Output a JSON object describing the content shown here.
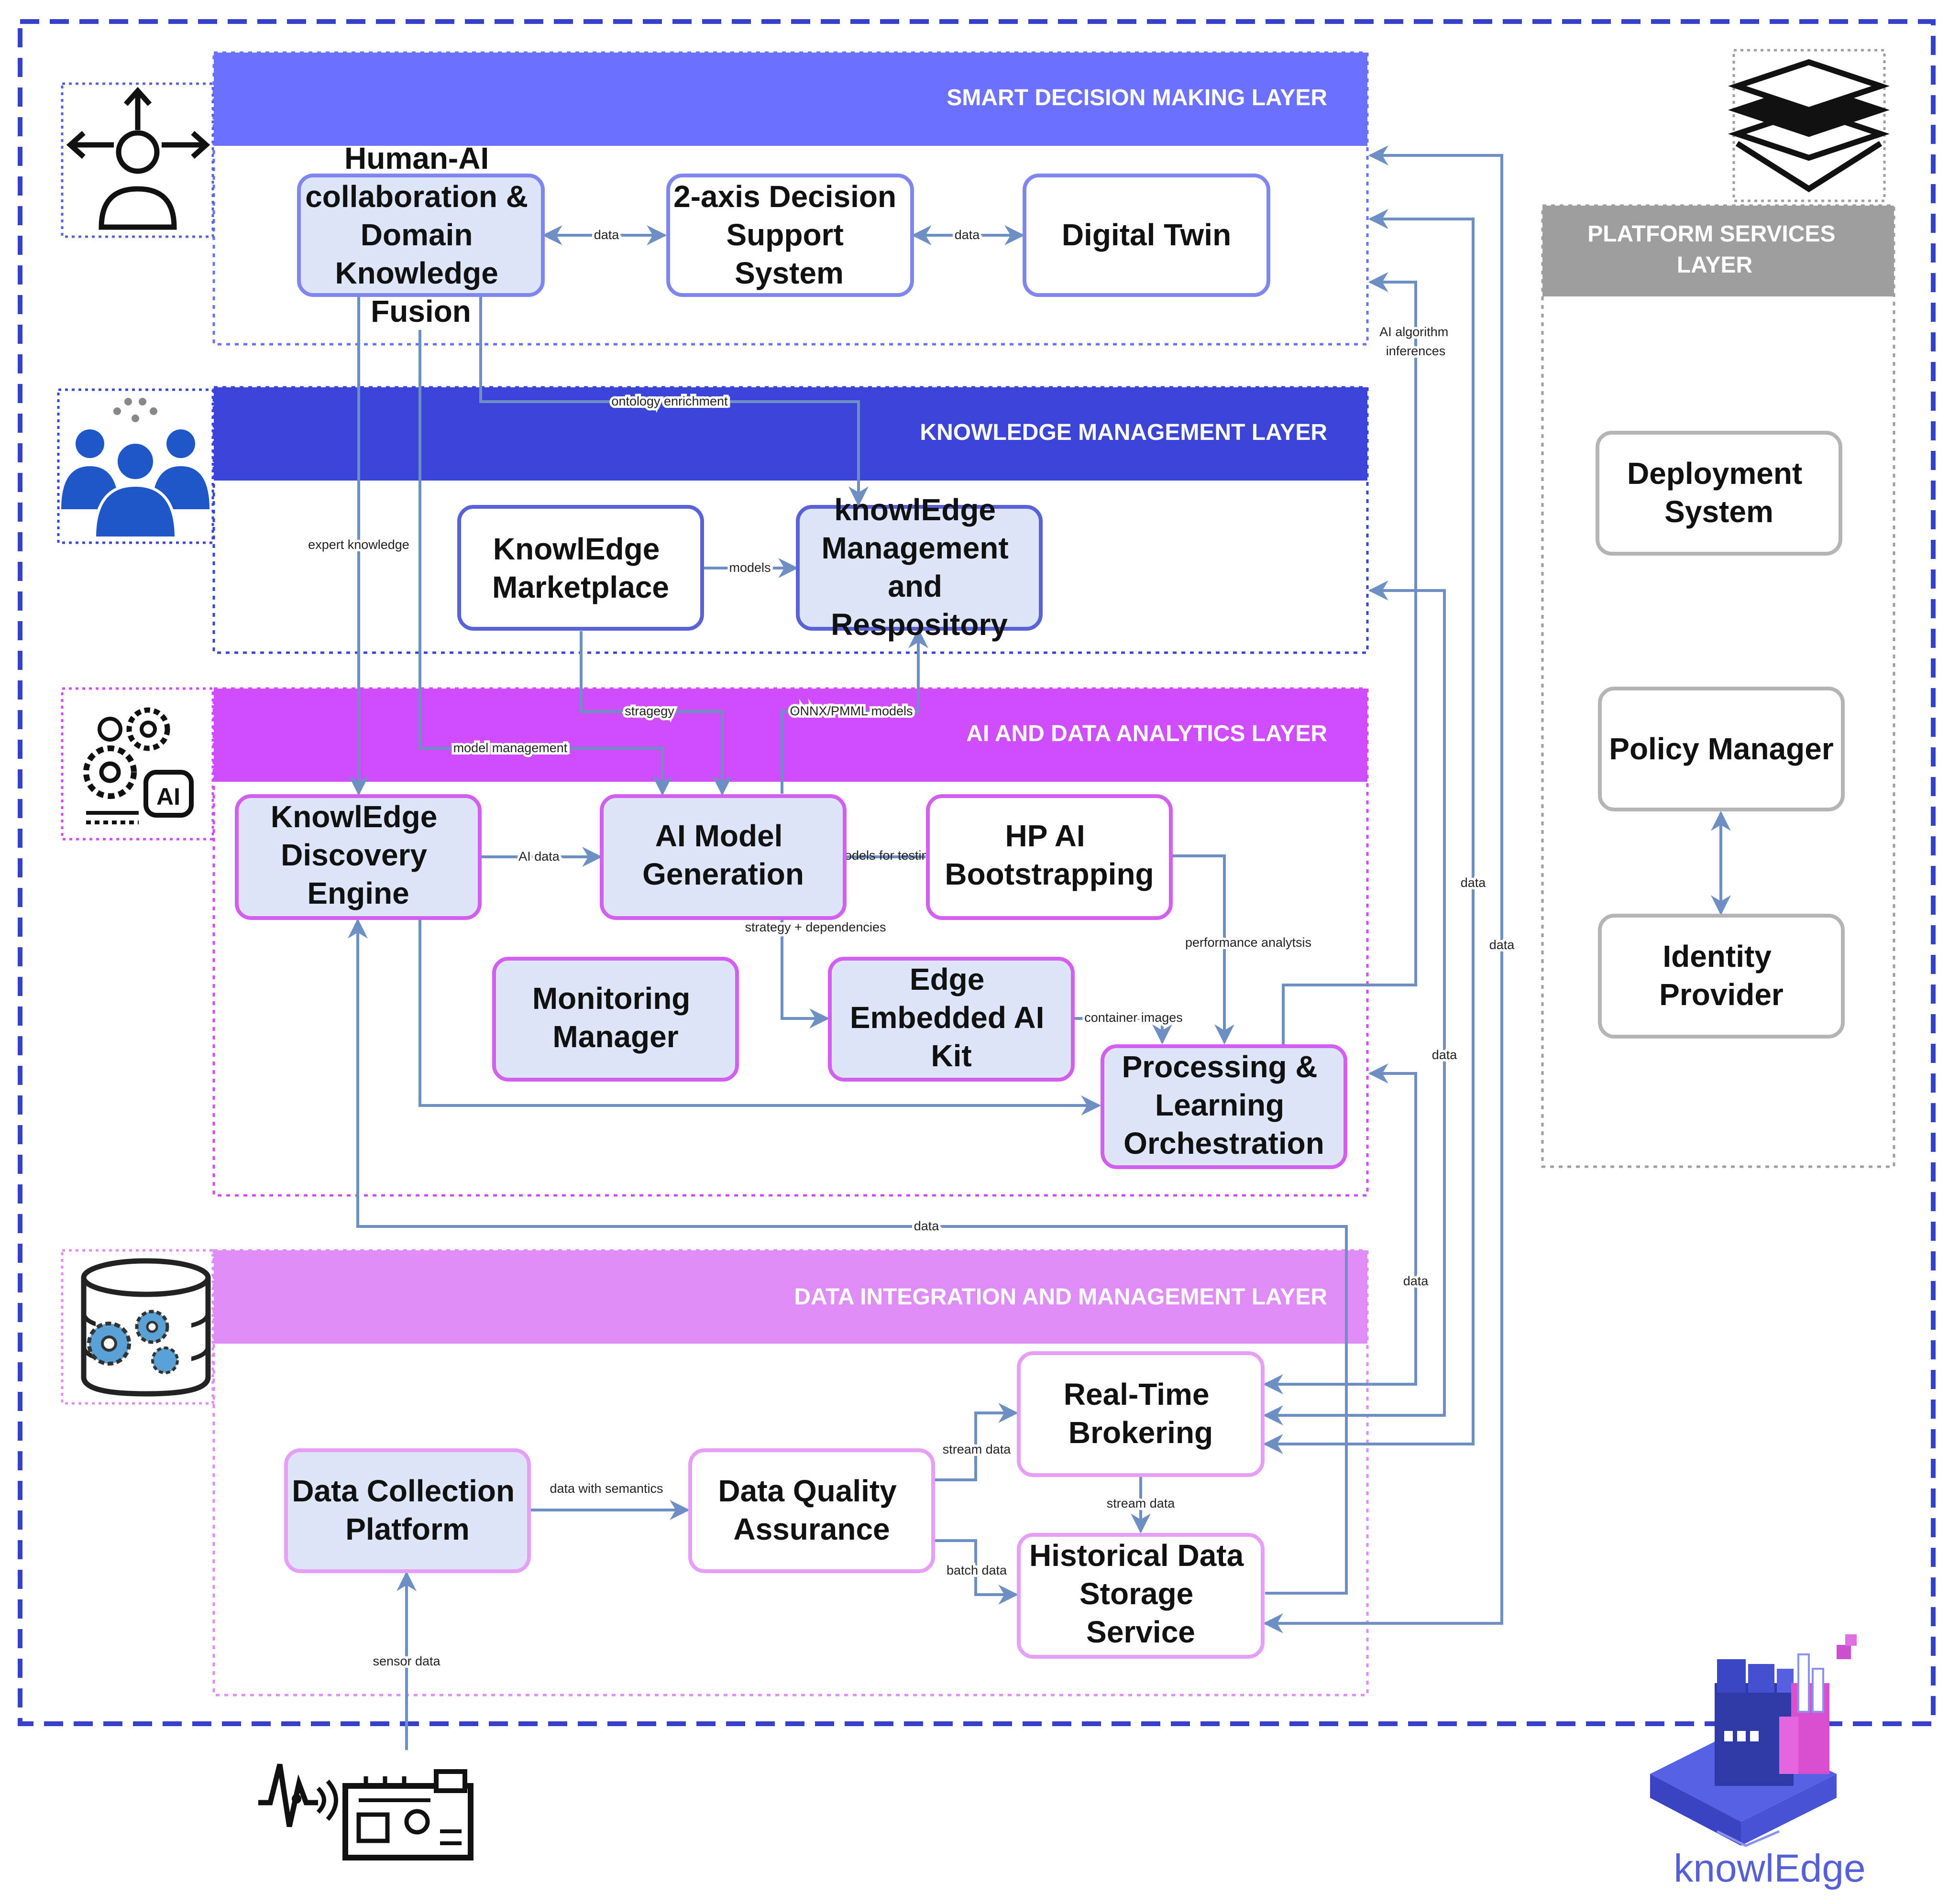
{
  "colors": {
    "smart_layer": "#6b70ff",
    "knowledge_layer": "#3a44d6",
    "ai_layer": "#d04dff",
    "data_layer": "#e08cf7",
    "platform_layer": "#9e9e9e",
    "blue_border": "#7f86ef",
    "ai_border": "#d35ff0",
    "data_border": "#e79ef6",
    "box_fill": "#dde6f8",
    "connector": "#6e8fc4",
    "outer_border": "#3541c8"
  },
  "layers": {
    "smart": "SMART DECISION MAKING LAYER",
    "knowledge": "KNOWLEDGE MANAGEMENT LAYER",
    "ai": "AI AND DATA ANALYTICS LAYER",
    "data": "DATA INTEGRATION AND MANAGEMENT LAYER",
    "platform": [
      "PLATFORM SERVICES",
      "LAYER"
    ]
  },
  "boxes": {
    "human_ai": [
      "Human-AI",
      "collaboration &",
      "Domain",
      "Knowledge",
      "Fusion"
    ],
    "two_axis": [
      "2-axis Decision",
      "Support",
      "System"
    ],
    "digital_twin": [
      "Digital Twin"
    ],
    "marketplace": [
      "KnowlEdge",
      "Marketplace"
    ],
    "management": [
      "knowlEdge",
      "Management",
      "and",
      "Respository"
    ],
    "discovery": [
      "KnowlEdge",
      "Discovery",
      "Engine"
    ],
    "ai_model": [
      "AI Model",
      "Generation"
    ],
    "hp_ai": [
      "HP AI",
      "Bootstrapping"
    ],
    "monitoring": [
      "Monitoring",
      "Manager"
    ],
    "edge_kit": [
      "Edge",
      "Embedded AI",
      "Kit"
    ],
    "orchestration": [
      "Processing &",
      "Learning",
      "Orchestration"
    ],
    "data_collection": [
      "Data Collection",
      "Platform"
    ],
    "data_quality": [
      "Data Quality",
      "Assurance"
    ],
    "realtime": [
      "Real-Time",
      "Brokering"
    ],
    "historical": [
      "Historical Data",
      "Storage",
      "Service"
    ],
    "deployment": [
      "Deployment",
      "System"
    ],
    "policy": [
      "Policy Manager"
    ],
    "identity": [
      "Identity",
      "Provider"
    ]
  },
  "edges": {
    "data_1": "data",
    "data_2": "data",
    "ontology": "ontology enrichment",
    "expert": "expert knowledge",
    "models": "models",
    "strategy": "stragegy",
    "onnx": "ONNX/PMML models",
    "model_mgmt": "model management",
    "ai_data": "AI data",
    "models_testing": "models for testing",
    "strategy_deps": "strategy + dependencies",
    "performance": "performance analytsis",
    "container": "container images",
    "ai_inferences": [
      "AI algorithm",
      "inferences"
    ],
    "data_right_a": "data",
    "data_right_b": "data",
    "data_right_c": "data",
    "data_right_d": "data",
    "data_bottom": "data",
    "semantics": "data with semantics",
    "stream_1": "stream data",
    "stream_2": "stream data",
    "batch": "batch data",
    "sensor": "sensor data"
  },
  "icons": {
    "smart": "person-arrows-icon",
    "knowledge": "people-network-icon",
    "ai": "gears-ai-icon",
    "data": "database-gears-icon",
    "platform": "layers-icon",
    "sensor": "sensor-board-icon",
    "logo": "knowledge-factory-logo"
  },
  "brand": "knowlEdge"
}
